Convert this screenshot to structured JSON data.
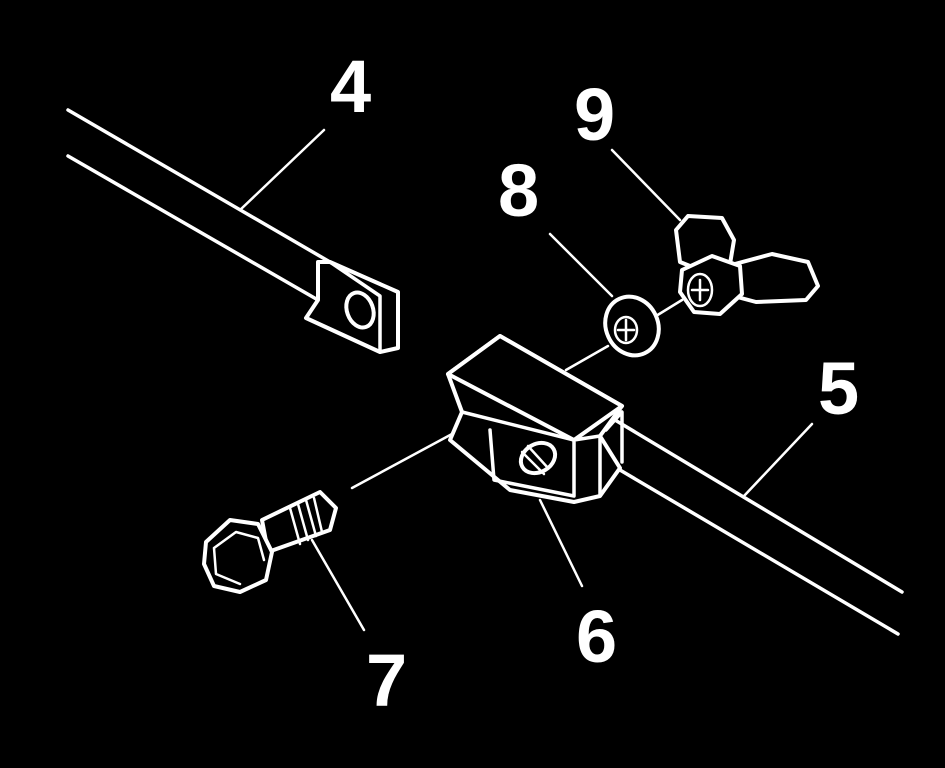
{
  "diagram": {
    "background": "#000000",
    "foreground": "#ffffff",
    "callouts": [
      {
        "id": "4",
        "label": "4"
      },
      {
        "id": "5",
        "label": "5"
      },
      {
        "id": "6",
        "label": "6"
      },
      {
        "id": "7",
        "label": "7"
      },
      {
        "id": "8",
        "label": "8"
      },
      {
        "id": "9",
        "label": "9"
      }
    ]
  }
}
